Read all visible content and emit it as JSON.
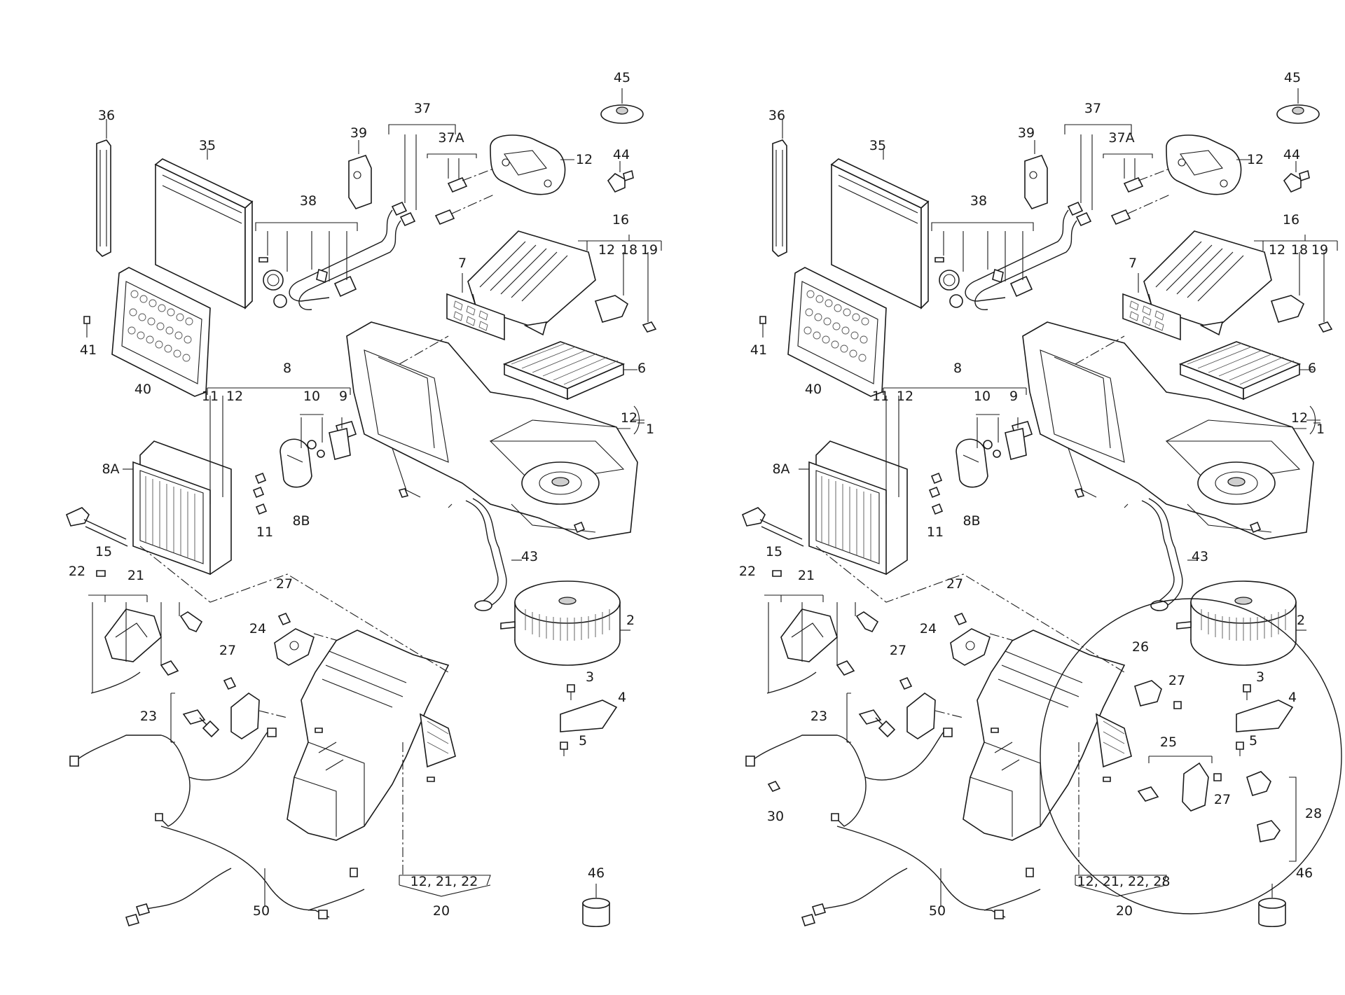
{
  "diagram": {
    "left_panel": {
      "callouts": [
        "36",
        "35",
        "37",
        "39",
        "37A",
        "12",
        "45",
        "44",
        "38",
        "16",
        "7",
        "12",
        "18",
        "19",
        "41",
        "40",
        "8",
        "6",
        "11",
        "12",
        "10",
        "9",
        "12",
        "1",
        "8A",
        "11",
        "8B",
        "15",
        "43",
        "22",
        "21",
        "27",
        "2",
        "24",
        "27",
        "3",
        "4",
        "23",
        "5",
        "12, 21, 22",
        "20",
        "46",
        "50"
      ]
    },
    "right_panel": {
      "callouts": [
        "36",
        "35",
        "37",
        "39",
        "37A",
        "12",
        "45",
        "44",
        "38",
        "16",
        "7",
        "12",
        "18",
        "19",
        "41",
        "40",
        "8",
        "6",
        "11",
        "12",
        "10",
        "9",
        "12",
        "1",
        "8A",
        "11",
        "8B",
        "15",
        "43",
        "22",
        "21",
        "27",
        "2",
        "24",
        "26",
        "27",
        "3",
        "4",
        "27",
        "23",
        "25",
        "5",
        "27",
        "28",
        "30",
        "12, 21, 22, 28",
        "20",
        "46",
        "50"
      ],
      "detail_circle": true
    }
  }
}
